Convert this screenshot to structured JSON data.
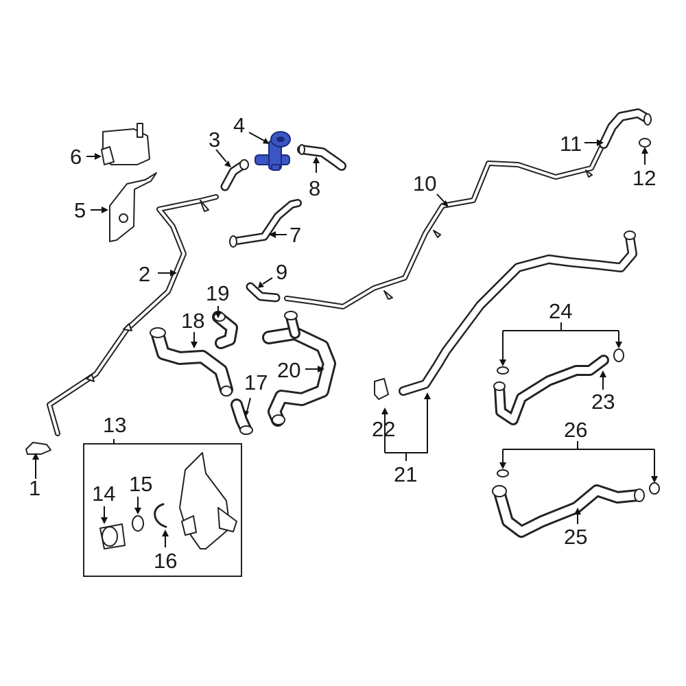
{
  "diagram": {
    "highlight_color": "#3b56c4",
    "line_color": "#222222",
    "callouts": [
      "1",
      "2",
      "3",
      "4",
      "5",
      "6",
      "7",
      "8",
      "9",
      "10",
      "11",
      "12",
      "13",
      "14",
      "15",
      "16",
      "17",
      "18",
      "19",
      "20",
      "21",
      "22",
      "23",
      "24",
      "25",
      "26"
    ]
  }
}
